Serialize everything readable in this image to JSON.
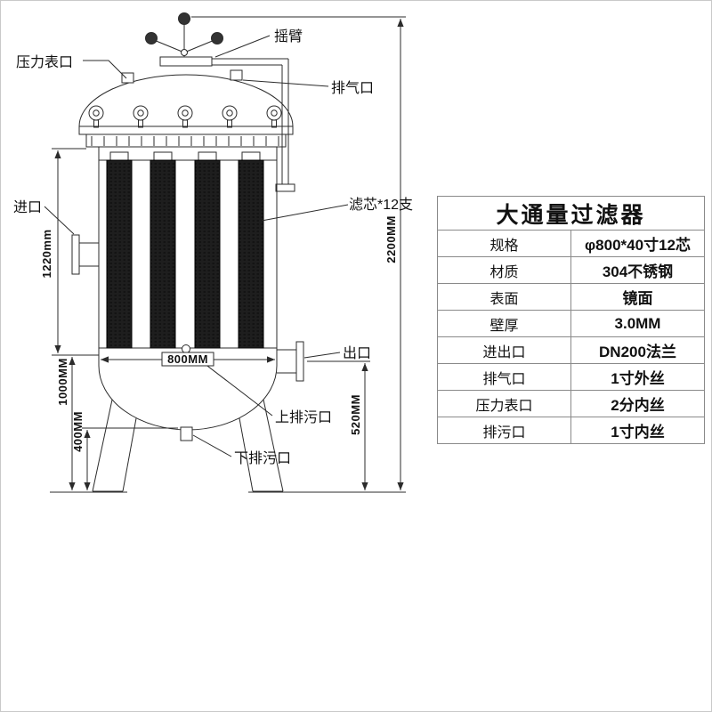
{
  "diagram": {
    "labels": {
      "rocker_arm": "摇臂",
      "pressure_gauge_port": "压力表口",
      "vent_port": "排气口",
      "inlet": "进口",
      "cartridges": "滤芯*12支",
      "outlet": "出口",
      "upper_drain_port": "上排污口",
      "lower_drain_port": "下排污口"
    },
    "dimensions": {
      "body_height": "1220mm",
      "leg_height": "1000MM",
      "bottom_clearance": "400MM",
      "vessel_width": "800MM",
      "outlet_height": "520MM",
      "overall_height": "2200MM"
    },
    "line_color": "#2b2b2b"
  },
  "spec_table": {
    "title": "大通量过滤器",
    "rows": [
      {
        "label": "规格",
        "value": "φ800*40寸12芯"
      },
      {
        "label": "材质",
        "value": "304不锈钢"
      },
      {
        "label": "表面",
        "value": "镜面"
      },
      {
        "label": "壁厚",
        "value": "3.0MM"
      },
      {
        "label": "进出口",
        "value": "DN200法兰"
      },
      {
        "label": "排气口",
        "value": "1寸外丝"
      },
      {
        "label": "压力表口",
        "value": "2分内丝"
      },
      {
        "label": "排污口",
        "value": "1寸内丝"
      }
    ]
  }
}
